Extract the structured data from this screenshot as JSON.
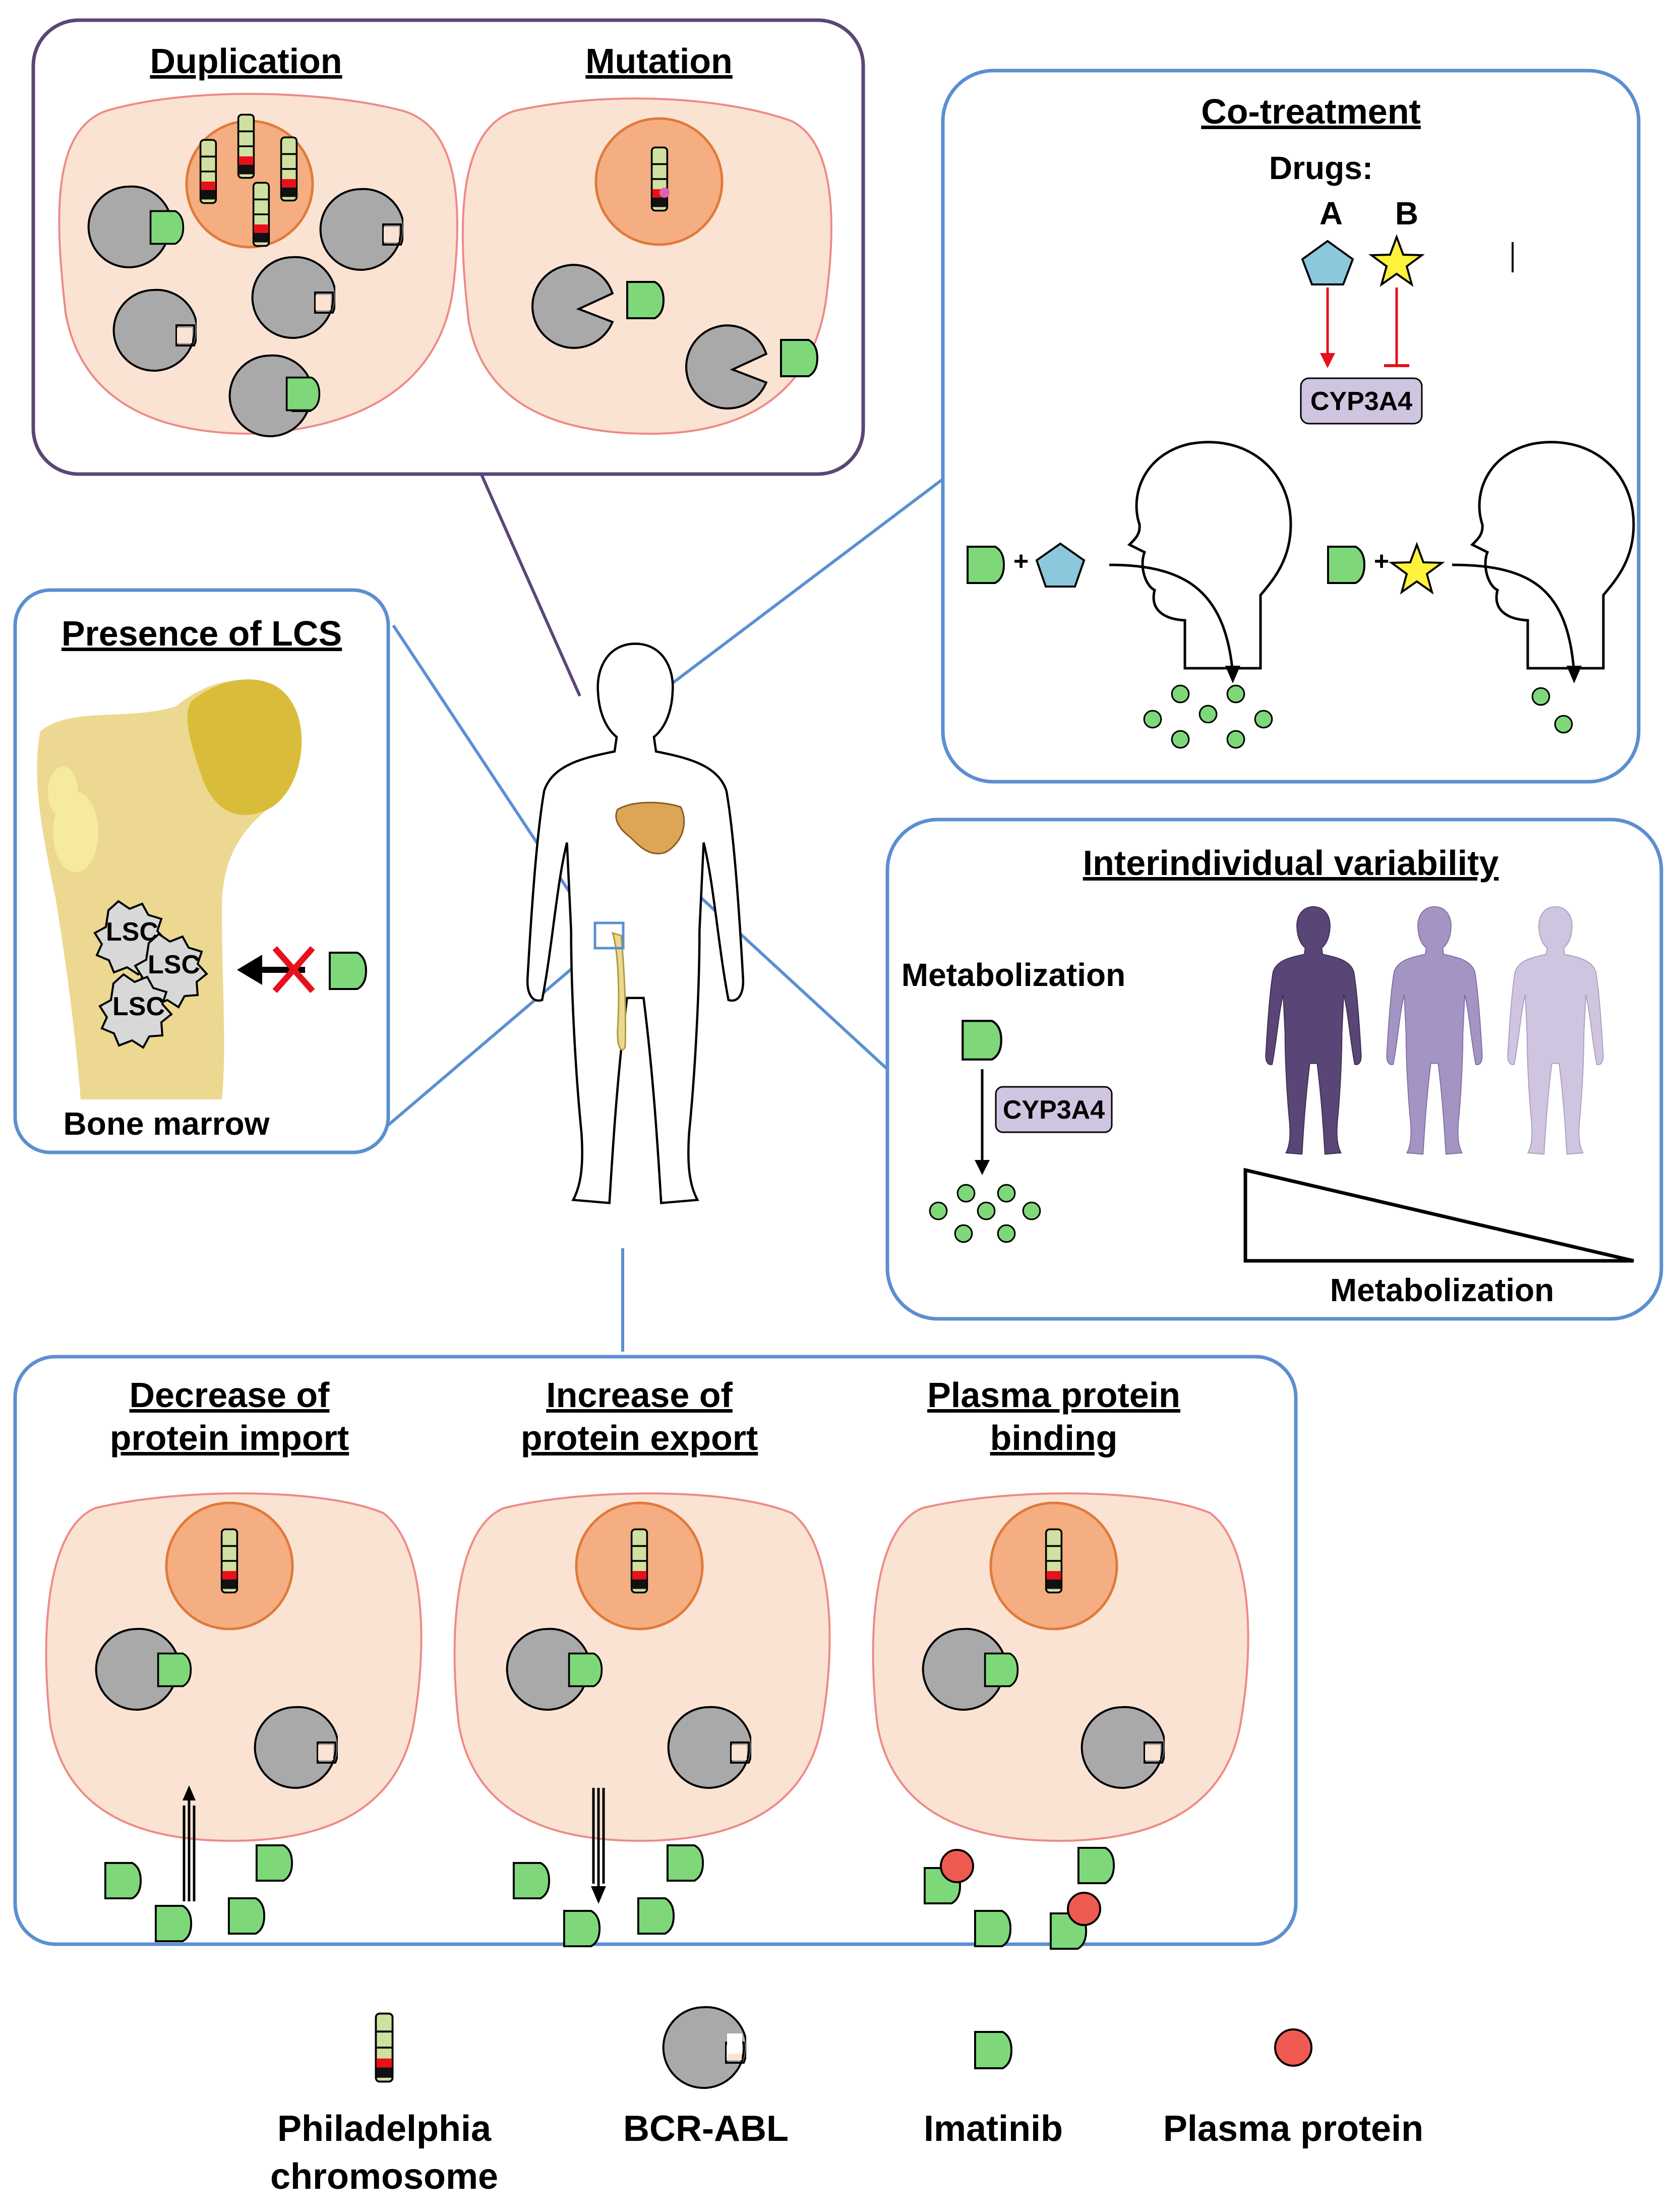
{
  "panels": {
    "duplication": "Duplication",
    "mutation": "Mutation",
    "cotreatment": "Co-treatment",
    "drugs": "Drugs:",
    "drug_a": "A",
    "drug_b": "B",
    "cyp3a4": "CYP3A4",
    "plus": "+",
    "lcs_title": "Presence of LCS",
    "lsc": "LSC",
    "bone_marrow": "Bone marrow",
    "variability_title": "Interindividual variability",
    "metabolization": "Metabolization",
    "metabolization_axis": "Metabolization",
    "import_1": "Decrease of",
    "import_2": "protein import",
    "export_1": "Increase of",
    "export_2": "protein export",
    "binding_1": "Plasma protein",
    "binding_2": "binding"
  },
  "legend": {
    "philadelphia_1": "Philadelphia",
    "philadelphia_2": "chromosome",
    "bcr_abl": "BCR-ABL",
    "imatinib": "Imatinib",
    "plasma_protein": "Plasma protein"
  },
  "colors": {
    "frame_blue": "#5b8fd1",
    "frame_purple": "#5a4676",
    "cell_fill": "#fbe3d3",
    "cell_edge": "#ee8a86",
    "nucleus_fill": "#f4ae82",
    "nucleus_edge": "#e07a3a",
    "bcr_abl_gray": "#a9a9a9",
    "imatinib_green": "#7ed87a",
    "plasma_red": "#ef5a50",
    "drug_a_blue": "#8cc8dc",
    "drug_b_yellow": "#fff23c",
    "cyp_lavender": "#cfc5e0",
    "bone_yellow": "#ecd890"
  }
}
